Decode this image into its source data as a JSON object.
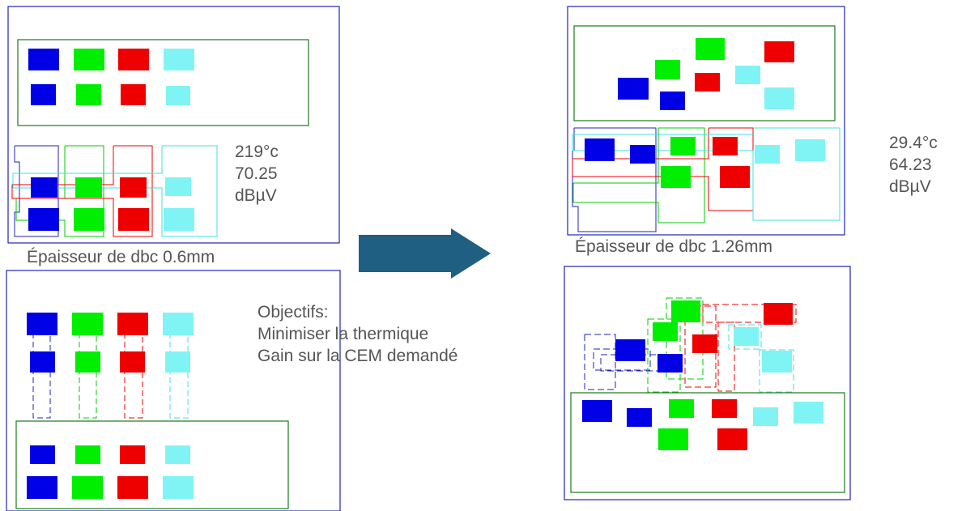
{
  "colors": {
    "frame": "#2222bb",
    "group": "#1a7a1a",
    "blue": "#0000e6",
    "green": "#00ee00",
    "red": "#ee0000",
    "cyan": "#80f4f4",
    "arrow": "#1f5f82",
    "text": "#555555"
  },
  "left_panel": {
    "metrics": [
      "219°c",
      "70.25",
      "dBµV"
    ],
    "caption": "Épaisseur de dbc 0.6mm"
  },
  "right_panel": {
    "metrics": [
      "29.4°c",
      "64.23",
      "dBµV"
    ],
    "caption": "Épaisseur de dbc 1.26mm"
  },
  "objectives": {
    "heading": "Objectifs:",
    "lines": [
      "Minimiser la thermique",
      "Gain sur la CEM demandé"
    ]
  }
}
